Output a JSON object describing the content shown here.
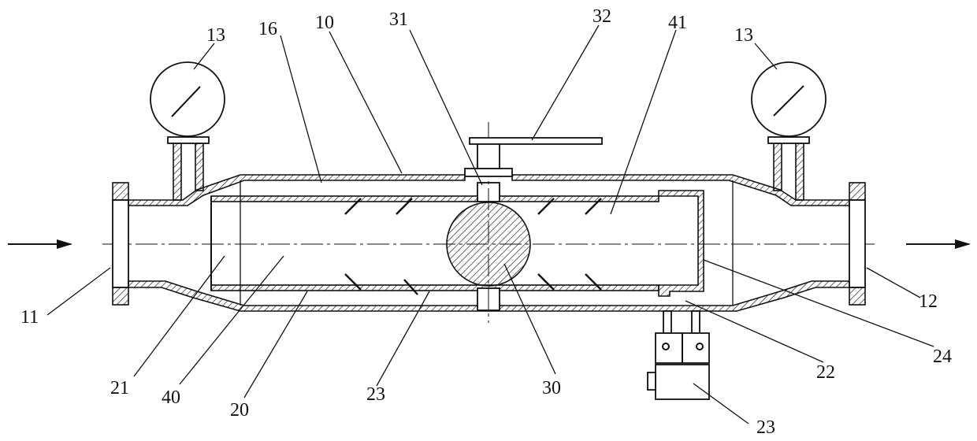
{
  "figure": {
    "labels": {
      "l13a": "13",
      "l16": "16",
      "l10": "10",
      "l31": "31",
      "l32": "32",
      "l41": "41",
      "l13b": "13",
      "l11": "11",
      "l12": "12",
      "l21": "21",
      "l40": "40",
      "l20": "20",
      "l23a": "23",
      "l30": "30",
      "l22": "22",
      "l24": "24",
      "l23b": "23"
    },
    "colors": {
      "ink": "#111111",
      "paper": "#ffffff"
    }
  }
}
